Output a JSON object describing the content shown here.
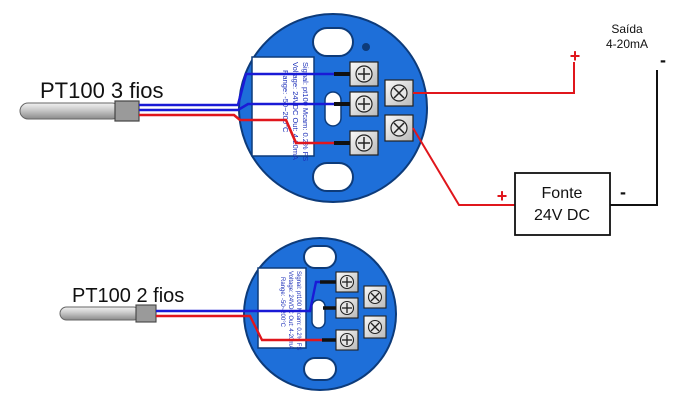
{
  "colors": {
    "housing_blue": "#1e6fd9",
    "housing_edge": "#0d3b7a",
    "wire_blue": "#1a1ad6",
    "wire_red": "#e0161c",
    "wire_black": "#111111",
    "label_text": "#1c2fb8"
  },
  "sensor_top": {
    "label": "PT100 3 fios"
  },
  "sensor_bottom": {
    "label": "PT100 2 fios"
  },
  "output": {
    "line1": "Saída",
    "line2": "4-20mA",
    "plus": "+",
    "minus": "-"
  },
  "power_supply": {
    "line1": "Fonte",
    "line2": "24V DC",
    "plus": "+",
    "minus": "-"
  },
  "transmitter_label": {
    "line1": "Signal: pt100 Mcam: 0.2% FS",
    "line2": "Voltage: 24VDC Out: 4-20mA",
    "line3": "Range: -50~200°C"
  }
}
